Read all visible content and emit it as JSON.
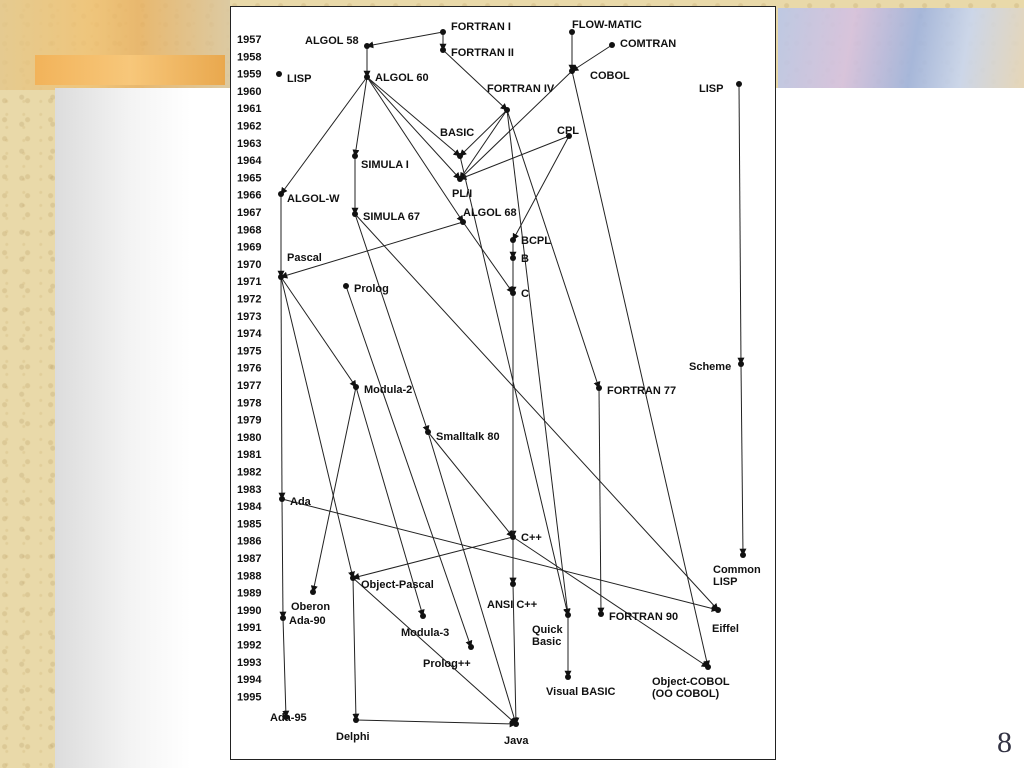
{
  "slide": {
    "page_number": "8"
  },
  "diagram": {
    "years": [
      "1957",
      "1958",
      "1959",
      "1960",
      "1961",
      "1962",
      "1963",
      "1964",
      "1965",
      "1966",
      "1967",
      "1968",
      "1969",
      "1970",
      "1971",
      "1972",
      "1973",
      "1974",
      "1975",
      "1976",
      "1977",
      "1978",
      "1979",
      "1980",
      "1981",
      "1982",
      "1983",
      "1984",
      "1985",
      "1986",
      "1987",
      "1988",
      "1989",
      "1990",
      "1991",
      "1992",
      "1993",
      "1994",
      "1995"
    ],
    "languages": [
      {
        "name": "FORTRAN I"
      },
      {
        "name": "FLOW-MATIC"
      },
      {
        "name": "ALGOL 58"
      },
      {
        "name": "FORTRAN II"
      },
      {
        "name": "COMTRAN"
      },
      {
        "name": "LISP"
      },
      {
        "name": "ALGOL 60"
      },
      {
        "name": "COBOL"
      },
      {
        "name": "LISP"
      },
      {
        "name": "FORTRAN IV"
      },
      {
        "name": "BASIC"
      },
      {
        "name": "CPL"
      },
      {
        "name": "SIMULA I"
      },
      {
        "name": "PL/I"
      },
      {
        "name": "ALGOL-W"
      },
      {
        "name": "SIMULA 67"
      },
      {
        "name": "ALGOL 68"
      },
      {
        "name": "BCPL"
      },
      {
        "name": "B"
      },
      {
        "name": "Pascal"
      },
      {
        "name": "Prolog"
      },
      {
        "name": "C"
      },
      {
        "name": "Scheme"
      },
      {
        "name": "Modula-2"
      },
      {
        "name": "FORTRAN 77"
      },
      {
        "name": "Smalltalk 80"
      },
      {
        "name": "Ada"
      },
      {
        "name": "C++"
      },
      {
        "name": "Common LISP"
      },
      {
        "name": "Object-Pascal"
      },
      {
        "name": "Oberon"
      },
      {
        "name": "ANSI C++"
      },
      {
        "name": "FORTRAN 90"
      },
      {
        "name": "Eiffel"
      },
      {
        "name": "Ada-90"
      },
      {
        "name": "Quick Basic"
      },
      {
        "name": "Modula-3"
      },
      {
        "name": "Prolog++"
      },
      {
        "name": "Object-COBOL (OO COBOL)"
      },
      {
        "name": "Visual BASIC"
      },
      {
        "name": "Ada-95"
      },
      {
        "name": "Delphi"
      },
      {
        "name": "Java"
      }
    ]
  }
}
